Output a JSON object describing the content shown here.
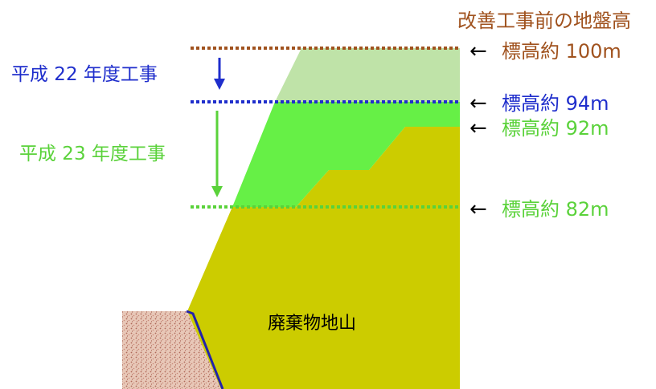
{
  "title": "改善工事前の地盤高",
  "phase1_label": "平成 22 年度工事",
  "phase2_label": "平成 23 年度工事",
  "elevations": [
    {
      "label": "標高約 100m",
      "value_m": 100,
      "color": "#a0521e"
    },
    {
      "label": "標高約 94m",
      "value_m": 94,
      "color": "#1f2ecc"
    },
    {
      "label": "標高約 92m",
      "value_m": 92,
      "color": "#5ad23a"
    },
    {
      "label": "標高約 82m",
      "value_m": 82,
      "color": "#5ad23a"
    }
  ],
  "arrow_glyph": "←",
  "mound_label": "廃棄物地山",
  "colors": {
    "original_ground": "#a0521e",
    "phase1": "#1f2ecc",
    "phase2": "#5ad23a",
    "phase1_fill": "#bfe3a8",
    "phase2_fill": "#66f046",
    "waste_mound": "#cccc00",
    "slope_edge": "#2222aa",
    "retaining_wall": "#d4a892",
    "arrow_black": "#000000"
  }
}
